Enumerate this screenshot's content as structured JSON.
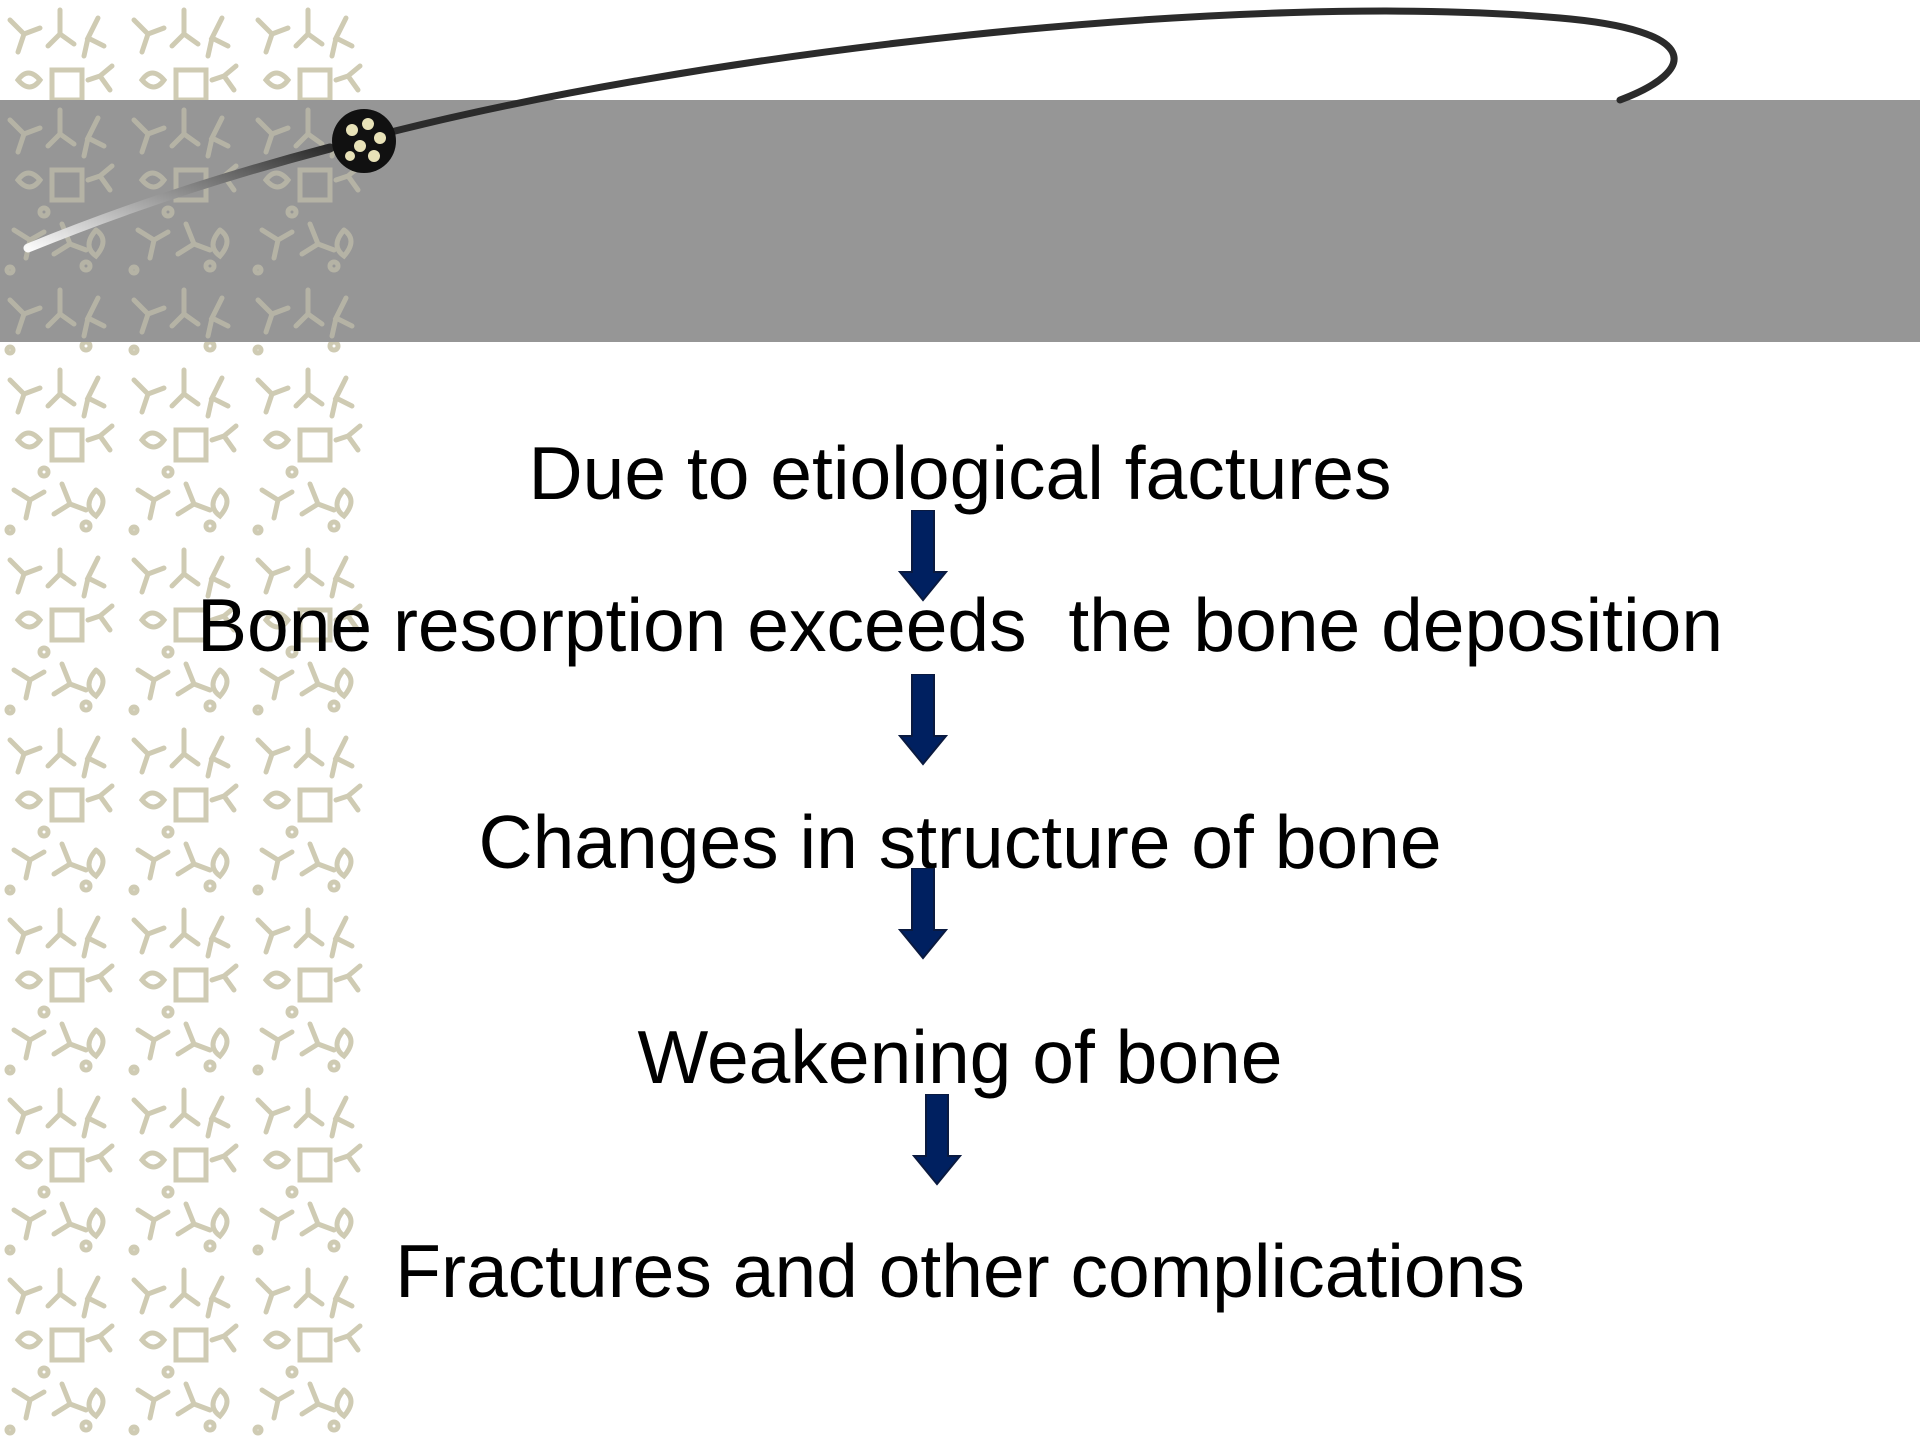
{
  "slide": {
    "steps": [
      "Due to etiological factures",
      "Bone resorption exceeds  the bone deposition",
      "Changes in structure of bone",
      "Weakening of bone",
      "Fractures and other complications"
    ]
  },
  "colors": {
    "header_band": "#969696",
    "arrow_fill": "#002060",
    "pattern": "#cfcbb3",
    "text": "#000000"
  },
  "icons": {
    "arrow": "down-arrow-icon",
    "decor": "orbit-ball-icon"
  }
}
